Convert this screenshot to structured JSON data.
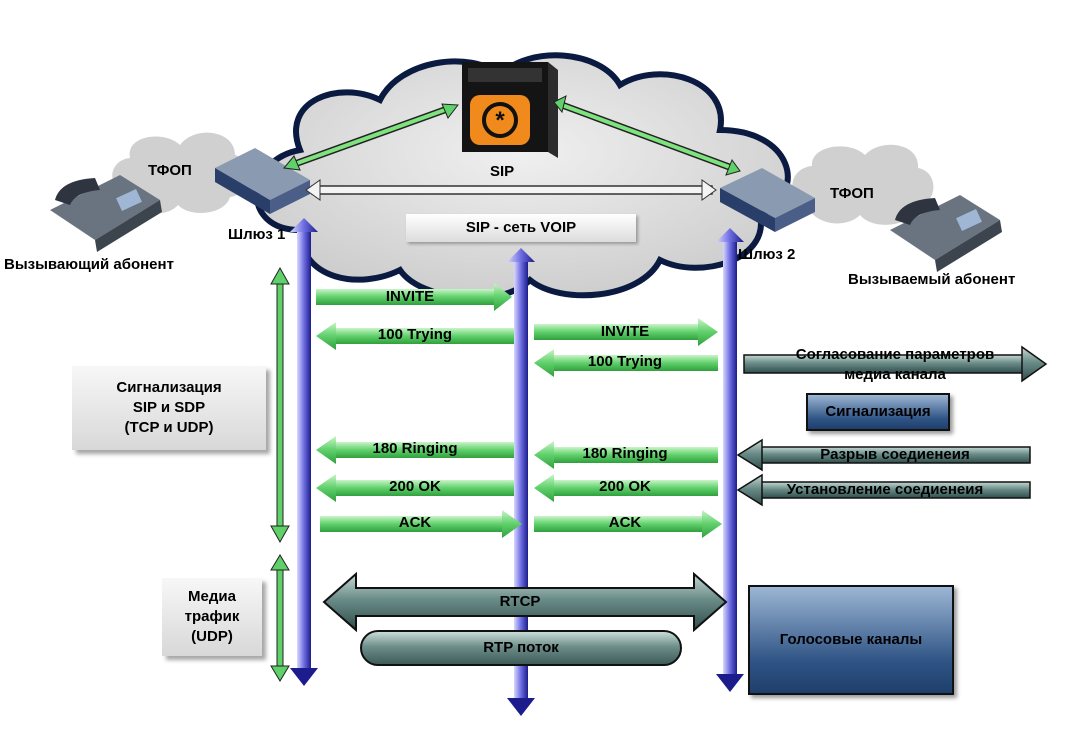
{
  "cloud_labels": {
    "server": "SIP",
    "network": "SIP - сеть VOIP",
    "pstn_left": "ТФОП",
    "pstn_right": "ТФОП"
  },
  "gateways": {
    "left": "Шлюз 1",
    "right": "Шлюз 2"
  },
  "subscribers": {
    "caller": "Вызывающий абонент",
    "callee": "Вызываемый абонент"
  },
  "side_boxes": {
    "signaling": [
      "Сигнализация",
      "SIP и SDP",
      "(TCP и UDP)"
    ],
    "media": [
      "Медиа",
      "трафик",
      "(UDP)"
    ]
  },
  "messages_left": [
    {
      "label": "INVITE",
      "direction": "right"
    },
    {
      "label": "100 Trying",
      "direction": "left"
    },
    {
      "label": "180 Ringing",
      "direction": "left"
    },
    {
      "label": "200 OK",
      "direction": "left"
    },
    {
      "label": "ACK",
      "direction": "right"
    }
  ],
  "messages_right": [
    {
      "label": "INVITE",
      "direction": "right"
    },
    {
      "label": "100 Trying",
      "direction": "left"
    },
    {
      "label": "180 Ringing",
      "direction": "left"
    },
    {
      "label": "200 OK",
      "direction": "left"
    },
    {
      "label": "ACK",
      "direction": "right"
    }
  ],
  "legend": {
    "negotiation": [
      "Согласование параметров",
      "медиа канала"
    ],
    "signaling_box": "Сигнализация",
    "disconnect": "Разрыв соедиенеия",
    "connect": "Установление соедиенеия",
    "voice_channels": "Голосовые каналы"
  },
  "media": {
    "rtcp": "RTCP",
    "rtp": "RTP поток"
  },
  "colors": {
    "green_arrow": "#5fd06a",
    "blue_line": "#2a2a9a",
    "teal_arrow": "#3f6563",
    "navy_box": "#2f5485",
    "cloud": "#d9d9d9"
  }
}
